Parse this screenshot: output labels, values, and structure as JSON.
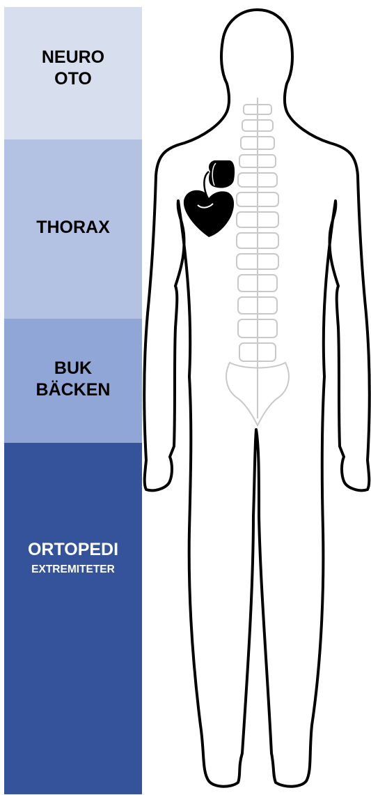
{
  "colors": {
    "neuro": "#d7deee",
    "thorax": "#b3c2e2",
    "buk": "#8fa6d6",
    "ortopedi": "#34539b",
    "dark_text": "#000000",
    "light_text": "#ffffff"
  },
  "bands": {
    "neuro": {
      "line1": "NEURO",
      "line2": "OTO"
    },
    "thorax": {
      "line1": "THORAX"
    },
    "buk": {
      "line1": "BUK",
      "line2": "BÄCKEN"
    },
    "ortopedi": {
      "line1": "ORTOPEDI",
      "line2": "EXTREMITETER"
    }
  },
  "figure": {
    "icons": [
      "human-body-outline-icon",
      "spine-icon",
      "pacemaker-icon",
      "heart-icon"
    ]
  }
}
